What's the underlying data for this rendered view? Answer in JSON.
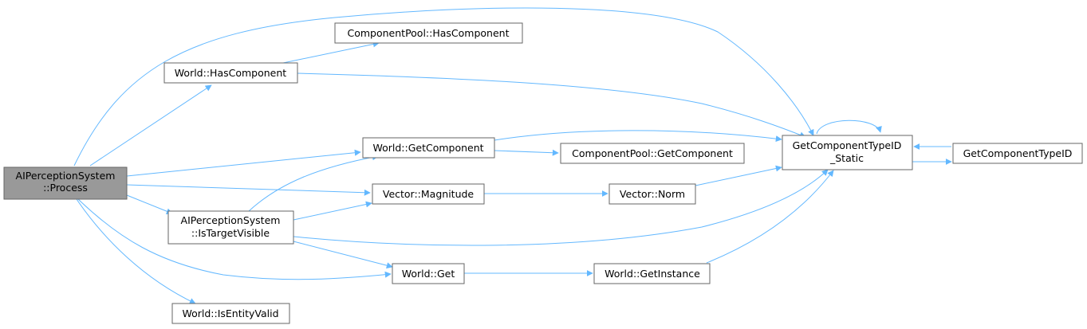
{
  "colors": {
    "edge": "#63b8ff",
    "node_border": "#666666",
    "node_fill": "#ffffff",
    "root_fill": "#999999"
  },
  "nodes": {
    "root": [
      "AIPerceptionSystem",
      "::Process"
    ],
    "cp_has": [
      "ComponentPool::HasComponent"
    ],
    "world_has": [
      "World::HasComponent"
    ],
    "world_getc": [
      "World::GetComponent"
    ],
    "cp_getc": [
      "ComponentPool::GetComponent"
    ],
    "gct_static": [
      "GetComponentTypeID",
      "_Static"
    ],
    "gct": [
      "GetComponentTypeID"
    ],
    "vec_mag": [
      "Vector::Magnitude"
    ],
    "vec_norm": [
      "Vector::Norm"
    ],
    "ai_vis": [
      "AIPerceptionSystem",
      "::IsTargetVisible"
    ],
    "world_get": [
      "World::Get"
    ],
    "world_inst": [
      "World::GetInstance"
    ],
    "world_valid": [
      "World::IsEntityValid"
    ]
  }
}
